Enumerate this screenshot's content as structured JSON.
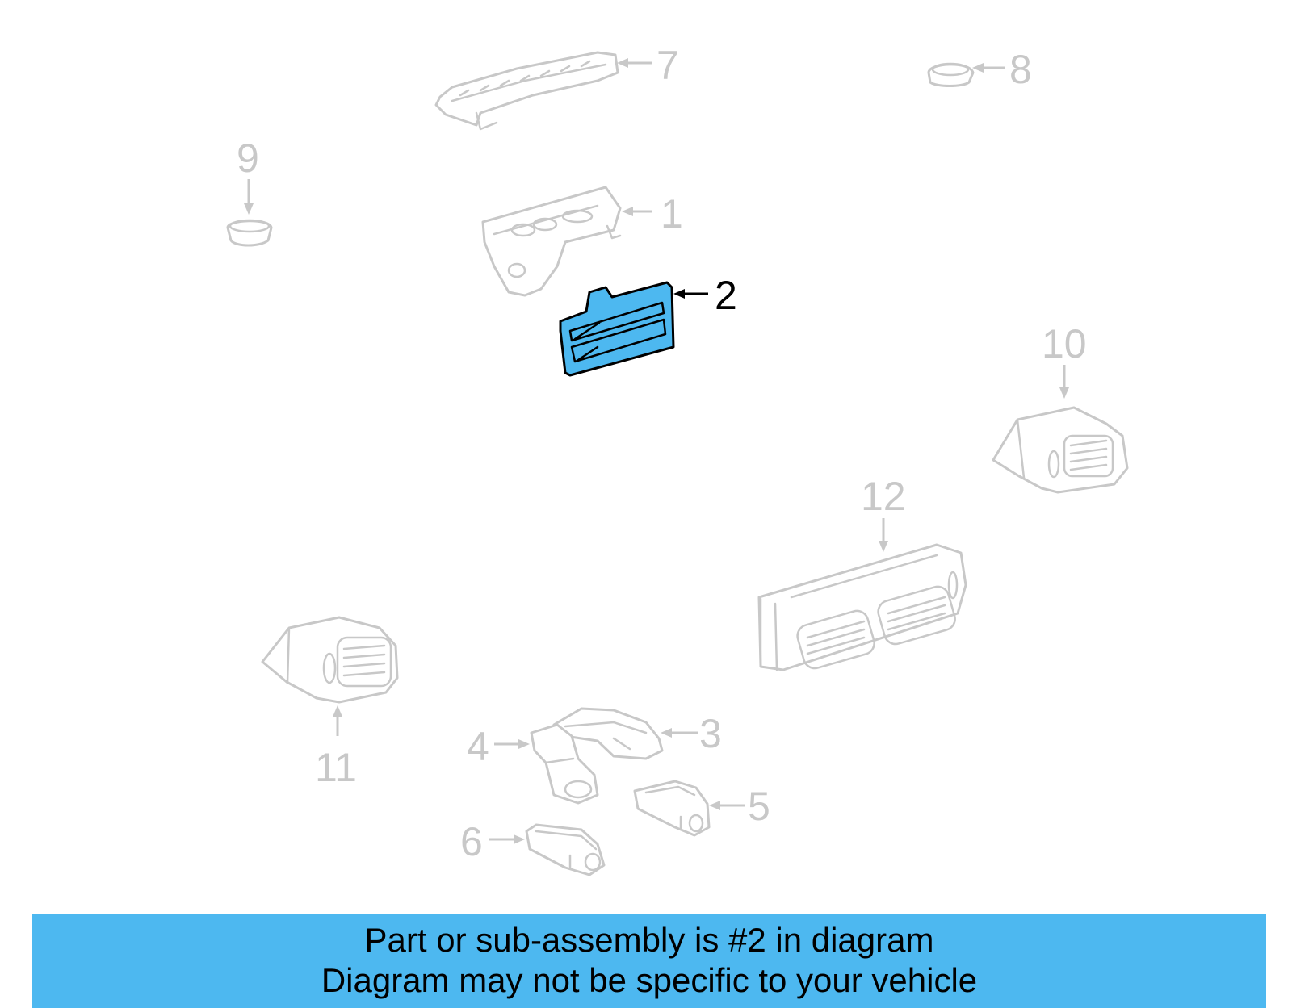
{
  "callouts": {
    "c1": "1",
    "c2": "2",
    "c3": "3",
    "c4": "4",
    "c5": "5",
    "c6": "6",
    "c7": "7",
    "c8": "8",
    "c9": "9",
    "c10": "10",
    "c11": "11",
    "c12": "12"
  },
  "highlighted_part": "2",
  "colors": {
    "highlight": "#4db8f0",
    "faded": "#c8c8c8",
    "outline": "#000000"
  },
  "banner": {
    "line1": "Part or sub-assembly is #2 in diagram",
    "line2": "Diagram may not be specific to your vehicle"
  }
}
